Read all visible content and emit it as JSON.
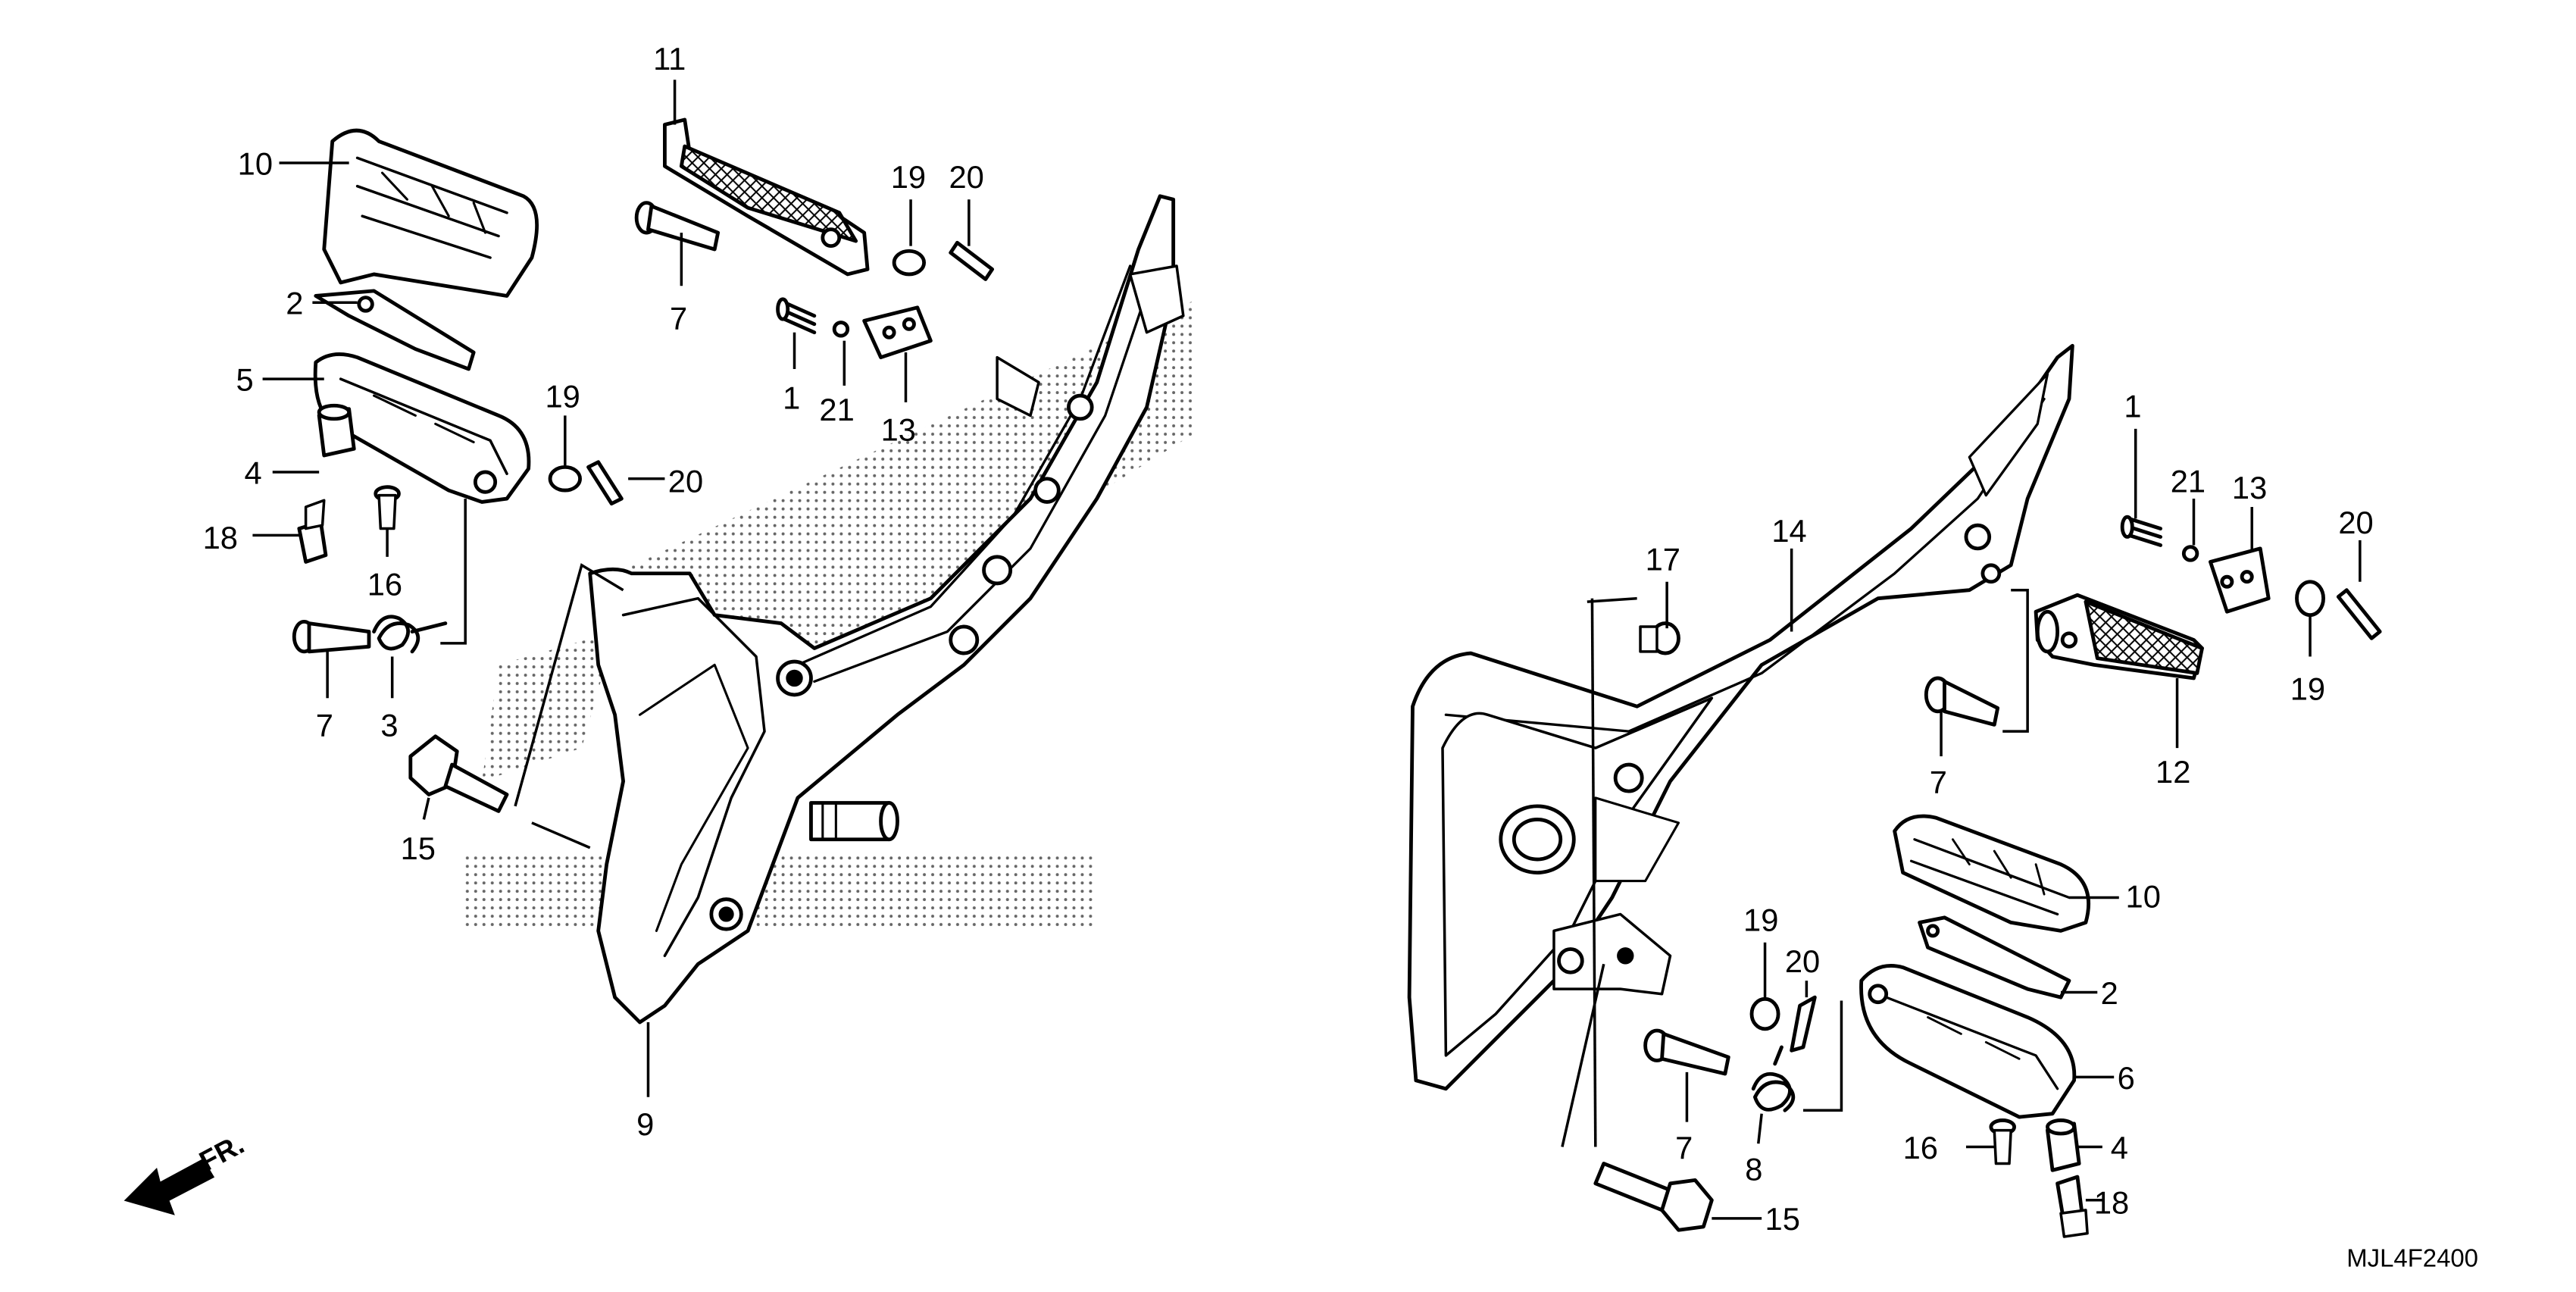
{
  "diagram": {
    "drawing_code": "MJL4F2400",
    "front_marker": "FR.",
    "callouts": {
      "left": [
        {
          "id": "10",
          "part": "10"
        },
        {
          "id": "11",
          "part": "11"
        },
        {
          "id": "19a",
          "part": "19"
        },
        {
          "id": "20a",
          "part": "20"
        },
        {
          "id": "2",
          "part": "2"
        },
        {
          "id": "7a",
          "part": "7"
        },
        {
          "id": "1",
          "part": "1"
        },
        {
          "id": "21",
          "part": "21"
        },
        {
          "id": "13",
          "part": "13"
        },
        {
          "id": "5",
          "part": "5"
        },
        {
          "id": "19b",
          "part": "19"
        },
        {
          "id": "20b",
          "part": "20"
        },
        {
          "id": "4",
          "part": "4"
        },
        {
          "id": "18",
          "part": "18"
        },
        {
          "id": "16",
          "part": "16"
        },
        {
          "id": "7b",
          "part": "7"
        },
        {
          "id": "3",
          "part": "3"
        },
        {
          "id": "15",
          "part": "15"
        },
        {
          "id": "9",
          "part": "9"
        }
      ],
      "right": [
        {
          "id": "14",
          "part": "14"
        },
        {
          "id": "17",
          "part": "17"
        },
        {
          "id": "1",
          "part": "1"
        },
        {
          "id": "21",
          "part": "21"
        },
        {
          "id": "13",
          "part": "13"
        },
        {
          "id": "20a",
          "part": "20"
        },
        {
          "id": "19a",
          "part": "19"
        },
        {
          "id": "12",
          "part": "12"
        },
        {
          "id": "7a",
          "part": "7"
        },
        {
          "id": "10",
          "part": "10"
        },
        {
          "id": "2",
          "part": "2"
        },
        {
          "id": "19b",
          "part": "19"
        },
        {
          "id": "20b",
          "part": "20"
        },
        {
          "id": "6",
          "part": "6"
        },
        {
          "id": "7b",
          "part": "7"
        },
        {
          "id": "8",
          "part": "8"
        },
        {
          "id": "16",
          "part": "16"
        },
        {
          "id": "4",
          "part": "4"
        },
        {
          "id": "18",
          "part": "18"
        },
        {
          "id": "15",
          "part": "15"
        }
      ]
    }
  }
}
